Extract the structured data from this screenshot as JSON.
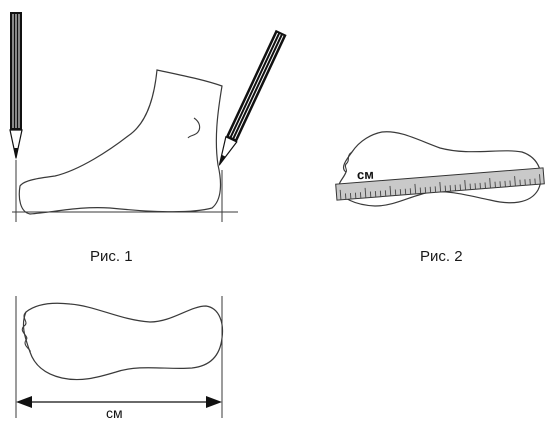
{
  "figures": {
    "fig1": {
      "caption": "Рис. 1"
    },
    "fig2": {
      "caption": "Рис. 2",
      "unit_label": "см"
    },
    "fig3": {
      "unit_label": "см"
    }
  },
  "colors": {
    "outline": "#3a3a3a",
    "ink": "#000000",
    "ruler_fill": "#c9c9c9"
  },
  "icons": [
    "pencil-icon",
    "foot-icon",
    "ruler-icon",
    "arrow-icon"
  ]
}
